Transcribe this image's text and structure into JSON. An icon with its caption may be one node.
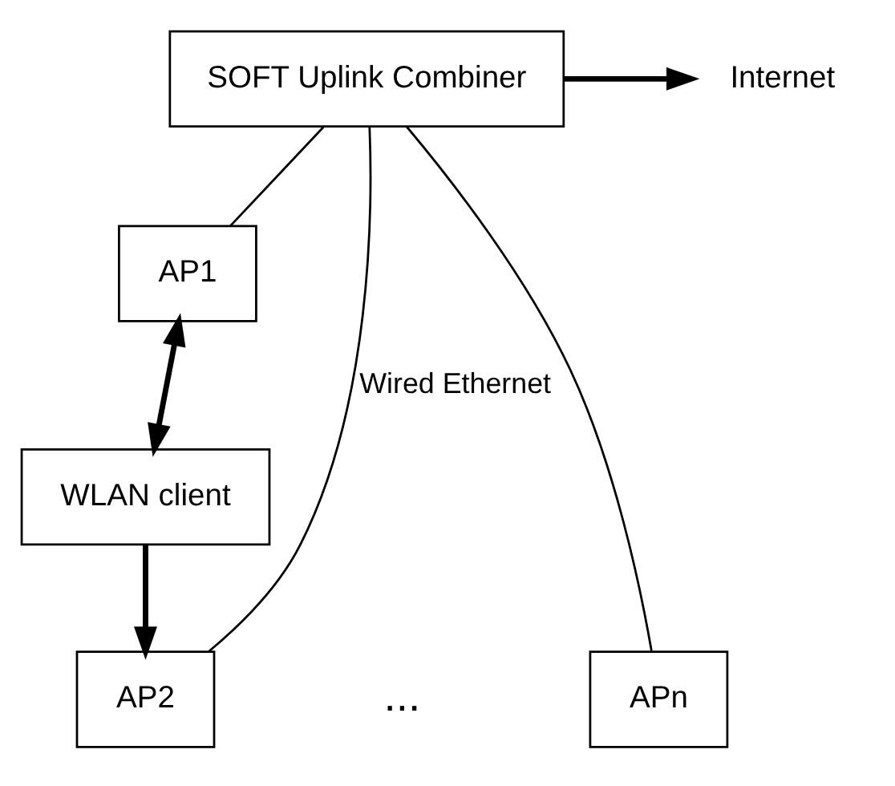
{
  "diagram": {
    "nodes": [
      {
        "text": [
          "SOFT Uplink Combiner"
        ]
      },
      {
        "text": [
          "Internet"
        ]
      },
      {
        "text": [
          "AP1"
        ]
      },
      {
        "text": [
          "AP2"
        ]
      },
      {
        "text": [
          "APn"
        ]
      },
      {
        "text": [
          "WLAN client"
        ]
      }
    ],
    "edges": [
      {
        "from": 0,
        "to": 1,
        "arrow": "to",
        "style": "thick"
      },
      {
        "from": 0,
        "to": 2,
        "arrow": "none"
      },
      {
        "from": 0,
        "to": 3,
        "arrow": "none",
        "label": "Wired Ethernet"
      },
      {
        "from": 0,
        "to": 4,
        "arrow": "none"
      },
      {
        "from": 2,
        "to": 5,
        "arrow": "both",
        "style": "thick"
      },
      {
        "from": 5,
        "to": 3,
        "arrow": "to",
        "style": "thick"
      }
    ],
    "labels": [
      "..."
    ]
  }
}
